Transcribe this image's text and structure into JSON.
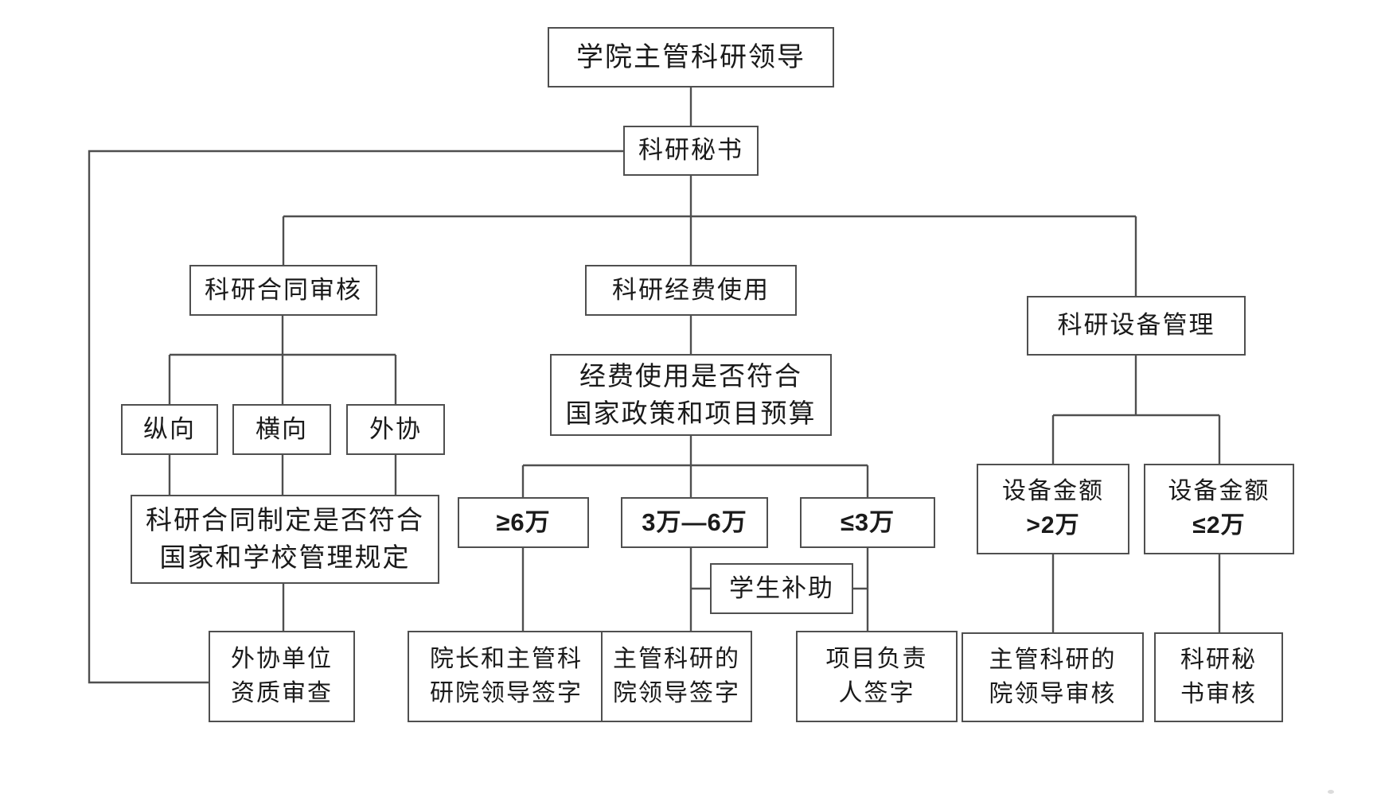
{
  "diagram": {
    "type": "flowchart",
    "language": "zh-CN",
    "colors": {
      "background": "#ffffff",
      "box_border": "#4f4f4f",
      "connector_line": "#4f4f4f",
      "text": "#1a1a1a"
    },
    "nodes": {
      "leader": {
        "line1": "学院主管科研领导"
      },
      "secretary": {
        "line1": "科研秘书"
      },
      "contract_review": {
        "line1": "科研合同审核"
      },
      "funding_use": {
        "line1": "科研经费使用"
      },
      "equipment_mgmt": {
        "line1": "科研设备管理"
      },
      "vertical_projects": {
        "line1": "纵向"
      },
      "horizontal_projects": {
        "line1": "横向"
      },
      "external_coop": {
        "line1": "外协"
      },
      "contract_check": {
        "line1": "科研合同制定是否符合",
        "line2": "国家和学校管理规定"
      },
      "budget_check": {
        "line1": "经费使用是否符合",
        "line2": "国家政策和项目预算"
      },
      "amount_ge6": {
        "line1": "≥6万"
      },
      "amount_3to6": {
        "line1": "3万—6万"
      },
      "amount_le3": {
        "line1": "≤3万"
      },
      "student_stipend": {
        "line1": "学生补助"
      },
      "equip_gt2": {
        "line1": "设备金额",
        "line2": ">2万"
      },
      "equip_le2": {
        "line1": "设备金额",
        "line2": "≤2万"
      },
      "external_qualification": {
        "line1": "外协单位",
        "line2": "资质审查"
      },
      "dean_sign": {
        "line1": "院长和主管科",
        "line2": "研院领导签字"
      },
      "mgr_sign": {
        "line1": "主管科研的",
        "line2": "院领导签字"
      },
      "proj_leader_sign": {
        "line1": "项目负责",
        "line2": "人签字"
      },
      "mgr_review": {
        "line1": "主管科研的",
        "line2": "院领导审核"
      },
      "sec_review": {
        "line1": "科研秘",
        "line2": "书审核"
      }
    },
    "edges": [
      {
        "from": "leader",
        "to": "secretary"
      },
      {
        "from": "secretary",
        "to": "contract_review"
      },
      {
        "from": "secretary",
        "to": "funding_use"
      },
      {
        "from": "secretary",
        "to": "equipment_mgmt"
      },
      {
        "from": "secretary",
        "to": "external_qualification"
      },
      {
        "from": "contract_review",
        "to": "vertical_projects"
      },
      {
        "from": "contract_review",
        "to": "horizontal_projects"
      },
      {
        "from": "contract_review",
        "to": "external_coop"
      },
      {
        "from": "vertical_projects",
        "to": "contract_check"
      },
      {
        "from": "horizontal_projects",
        "to": "contract_check"
      },
      {
        "from": "external_coop",
        "to": "contract_check"
      },
      {
        "from": "contract_check",
        "to": "external_qualification"
      },
      {
        "from": "funding_use",
        "to": "budget_check"
      },
      {
        "from": "budget_check",
        "to": "amount_ge6"
      },
      {
        "from": "budget_check",
        "to": "amount_3to6"
      },
      {
        "from": "budget_check",
        "to": "amount_le3"
      },
      {
        "from": "amount_ge6",
        "to": "dean_sign"
      },
      {
        "from": "amount_3to6",
        "to": "mgr_sign"
      },
      {
        "from": "amount_le3",
        "to": "proj_leader_sign"
      },
      {
        "from": "amount_3to6",
        "to": "student_stipend"
      },
      {
        "from": "amount_le3",
        "to": "student_stipend"
      },
      {
        "from": "equipment_mgmt",
        "to": "equip_gt2"
      },
      {
        "from": "equipment_mgmt",
        "to": "equip_le2"
      },
      {
        "from": "equip_gt2",
        "to": "mgr_review"
      },
      {
        "from": "equip_le2",
        "to": "sec_review"
      }
    ]
  }
}
